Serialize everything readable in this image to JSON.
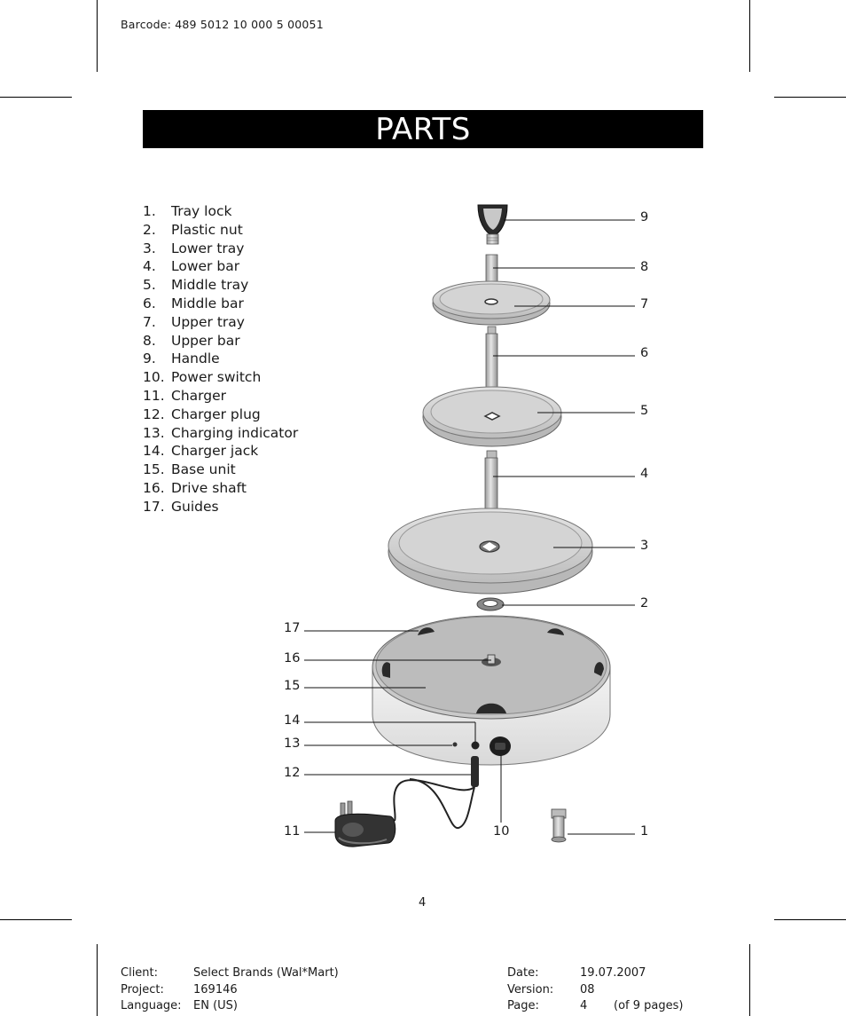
{
  "header": {
    "barcode": "Barcode: 489 5012 10 000 5 00051"
  },
  "banner": {
    "title": "PARTS"
  },
  "parts": [
    {
      "num": "1.",
      "label": "Tray lock"
    },
    {
      "num": "2.",
      "label": "Plastic nut"
    },
    {
      "num": "3.",
      "label": "Lower tray"
    },
    {
      "num": "4.",
      "label": "Lower bar"
    },
    {
      "num": "5.",
      "label": "Middle tray"
    },
    {
      "num": "6.",
      "label": "Middle bar"
    },
    {
      "num": "7.",
      "label": "Upper tray"
    },
    {
      "num": "8.",
      "label": "Upper bar"
    },
    {
      "num": "9.",
      "label": "Handle"
    },
    {
      "num": "10.",
      "label": "Power switch"
    },
    {
      "num": "11.",
      "label": "Charger"
    },
    {
      "num": "12.",
      "label": "Charger plug"
    },
    {
      "num": "13.",
      "label": "Charging indicator"
    },
    {
      "num": "14.",
      "label": "Charger jack"
    },
    {
      "num": "15.",
      "label": "Base unit"
    },
    {
      "num": "16.",
      "label": "Drive shaft"
    },
    {
      "num": "17.",
      "label": "Guides"
    }
  ],
  "callouts": [
    "9",
    "8",
    "7",
    "6",
    "5",
    "4",
    "3",
    "2",
    "17",
    "16",
    "15",
    "14",
    "13",
    "12",
    "11",
    "10",
    "1"
  ],
  "page_number": "4",
  "footer": {
    "client_label": "Client:",
    "client_value": "Select Brands (Wal*Mart)",
    "project_label": "Project:",
    "project_value": "169146",
    "language_label": "Language:",
    "language_value": "EN (US)",
    "date_label": "Date:",
    "date_value": "19.07.2007",
    "version_label": "Version:",
    "version_value": "08",
    "page_label": "Page:",
    "page_value": "4",
    "page_total": "(of 9 pages)"
  }
}
